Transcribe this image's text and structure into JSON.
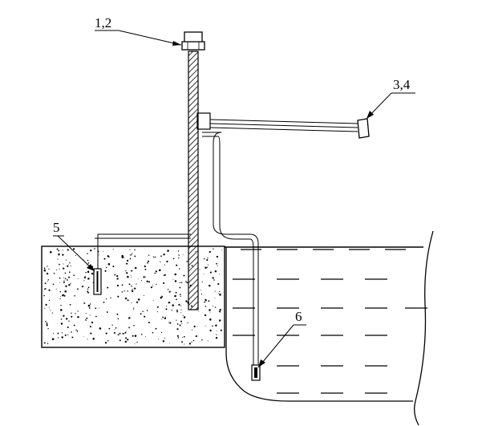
{
  "diagram": {
    "labels": {
      "sensor_head": "1,2",
      "remote_sensor": "3,4",
      "soil_probe": "5",
      "water_probe": "6"
    }
  },
  "style": {
    "line_color": "#000000",
    "background": "#ffffff"
  }
}
